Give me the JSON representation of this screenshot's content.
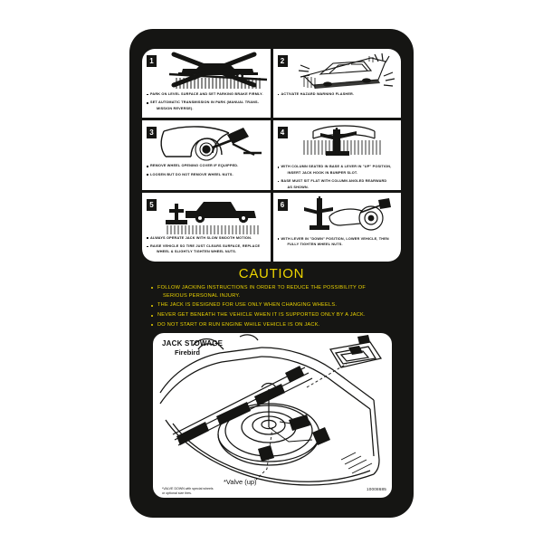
{
  "card": {
    "background_color": "#151513",
    "panel_background": "#ffffff",
    "caution_color": "#ecd400"
  },
  "panels": [
    {
      "number": "1",
      "icon": "car-on-level-ground-crossed-out-icon",
      "bullets": [
        {
          "text": "PARK ON LEVEL SURFACE AND SET PARKING BRAKE FIRMLY.",
          "indent": ""
        },
        {
          "text": "SET AUTOMATIC TRANSMISSION IN PARK (MANUAL TRANS-",
          "indent": "MISSION REVERSE)."
        }
      ]
    },
    {
      "number": "2",
      "icon": "car-hazard-flasher-icon",
      "bullets": [
        {
          "text": "ACTIVATE HAZARD WARNING FLASHER.",
          "indent": ""
        }
      ]
    },
    {
      "number": "3",
      "icon": "wheel-cover-removal-icon",
      "bullets": [
        {
          "text": "REMOVE WHEEL OPENING COVER IF EQUIPPED.",
          "indent": ""
        },
        {
          "text": "LOOSEN BUT DO NOT REMOVE WHEEL NUTS.",
          "indent": ""
        }
      ]
    },
    {
      "number": "4",
      "icon": "jack-column-in-bumper-slot-icon",
      "bullets": [
        {
          "text": "WITH COLUMN SEATED IN BASE & LEVER IN \"UP\" POSITION,",
          "indent": "INSERT JACK HOOK IN BUMPER SLOT."
        },
        {
          "text": "BASE MUST SIT FLAT WITH COLUMN ANGLED REARWARD",
          "indent": "AS SHOWN."
        }
      ]
    },
    {
      "number": "5",
      "icon": "car-raised-on-jack-icon",
      "bullets": [
        {
          "text": "ALWAYS OPERATE JACK WITH SLOW SMOOTH MOTION.",
          "indent": ""
        },
        {
          "text": "RAISE VEHICLE SO TIRE JUST CLEARS SURFACE, REPLACE",
          "indent": "WHEEL & SLIGHTLY TIGHTEN WHEEL NUTS."
        }
      ]
    },
    {
      "number": "6",
      "icon": "jack-lever-down-lower-vehicle-icon",
      "bullets": [
        {
          "text": "WITH LEVER IN \"DOWN\" POSITION, LOWER VEHICLE, THEN",
          "indent": "FULLY TIGHTEN WHEEL NUTS."
        }
      ]
    }
  ],
  "caution": {
    "heading": "CAUTION",
    "items": [
      {
        "text": "FOLLOW JACKING INSTRUCTIONS IN ORDER TO REDUCE THE POSSIBILITY OF",
        "indent": "SERIOUS PERSONAL INJURY."
      },
      {
        "text": "THE JACK IS DESIGNED FOR USE ONLY WHEN CHANGING WHEELS.",
        "indent": ""
      },
      {
        "text": "NEVER GET BENEATH THE VEHICLE WHEN IT IS SUPPORTED ONLY BY A JACK.",
        "indent": ""
      },
      {
        "text": "DO NOT START OR RUN ENGINE WHILE VEHICLE IS ON JACK.",
        "indent": ""
      }
    ]
  },
  "stowage": {
    "title": "JACK STOWAGE",
    "model": "Firebird",
    "diagram_icon": "trunk-spare-tire-jack-stowage-diagram",
    "valve_label": "*Valve (up)",
    "footnote_line1": "*VALVE DOWN with special wheels",
    "footnote_line2": "or optional size tires.",
    "part_number": "10008685"
  }
}
